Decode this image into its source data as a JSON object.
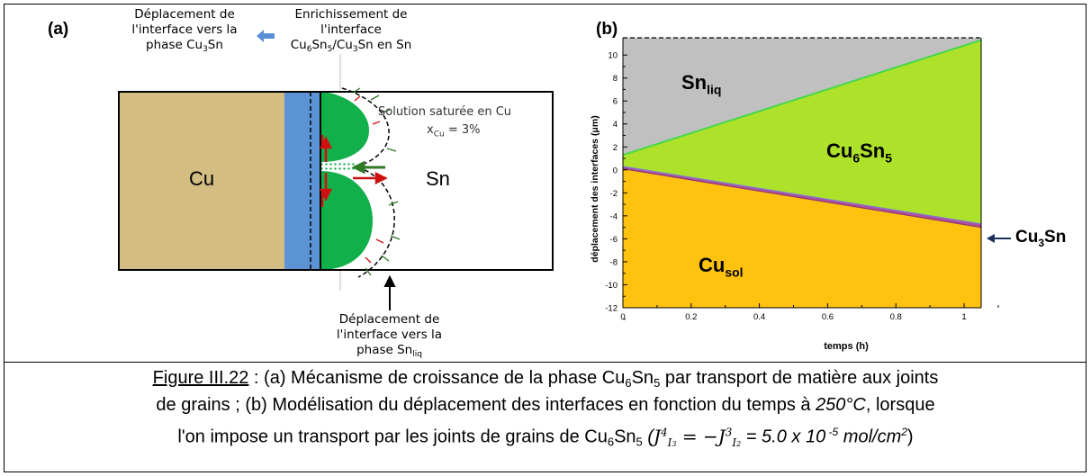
{
  "panel_a": {
    "label": "(a)",
    "top_left_annotation": [
      "Déplacement de",
      "l'interface vers la",
      "phase Cu",
      "3",
      "Sn"
    ],
    "top_middle_annotation": [
      "Enrichissement de",
      "l'interface",
      "Cu",
      "6",
      "Sn",
      "5",
      "/Cu",
      "3",
      "Sn en Sn"
    ],
    "solution_label": "Solution saturée en Cu",
    "xcu_label": "x",
    "xcu_sub": "Cu",
    "xcu_value": " = 3%",
    "cu_label": "Cu",
    "sn_label": "Sn",
    "bottom_annotation": [
      "Déplacement de",
      "l'interface vers la",
      "phase Sn",
      "liq"
    ]
  },
  "panel_b": {
    "label": "(b)",
    "region_snliq": "Sn",
    "region_snliq_sub": "liq",
    "region_cu6sn5_a": "Cu",
    "region_cu6sn5_b": "6",
    "region_cu6sn5_c": "Sn",
    "region_cu6sn5_d": "5",
    "region_cusol": "Cu",
    "region_cusol_sub": "sol",
    "arrow_label_a": "Cu",
    "arrow_label_b": "3",
    "arrow_label_c": "Sn"
  },
  "chart_data": {
    "type": "area",
    "xlabel": "temps (h)",
    "ylabel": "déplacement des interfaces (μm)",
    "xlim": [
      0,
      1.05
    ],
    "ylim": [
      -12,
      11.5
    ],
    "xticks": [
      0,
      0.2,
      0.4,
      0.6,
      0.8,
      1
    ],
    "yticks": [
      -12,
      -10,
      -8,
      -6,
      -4,
      -2,
      0,
      2,
      4,
      6,
      8,
      10
    ],
    "series": [
      {
        "name": "Cu6Sn5/Sn",
        "x": [
          0,
          1.05
        ],
        "y": [
          1.3,
          11.3
        ]
      },
      {
        "name": "Cu3Sn/Cu6Sn5",
        "x": [
          0,
          1.05
        ],
        "y": [
          0.3,
          -4.7
        ]
      },
      {
        "name": "Cu/Cu3Sn",
        "x": [
          0,
          1.05
        ],
        "y": [
          0.1,
          -5.0
        ]
      }
    ],
    "colors": {
      "snliq": "#c0c0c0",
      "cu6sn5": "#aee22a",
      "cu3sn": "#b44ca0",
      "cusol": "#ffc30f",
      "top_line": "#44d84a",
      "mid_line": "#7a7fd6"
    }
  },
  "caption": {
    "fig": "Figure III.22",
    "p1": " : (a) Mécanisme de croissance de la phase Cu",
    "p1s": "6",
    "p2": "Sn",
    "p2s": "5",
    "p3": " par transport de matière aux joints",
    "line2a": "de grains ; (b) Modélisation du déplacement des interfaces en fonction du temps à ",
    "line2temp": "250°C",
    "line2b": ", lorsque",
    "line3a": "l'on impose un transport par les joints de grains de Cu",
    "line3s1": "6",
    "line3b": "Sn",
    "line3s2": "5",
    "line3c": " (",
    "eq_j": "J",
    "eq_sup1": "4",
    "eq_sub1": "I",
    "eq_subsub1": "3",
    "eq_mid": " = −",
    "eq_sup2": "3",
    "eq_sub2": "I",
    "eq_subsub2": "2",
    "eq_val": " = 5.0 x 10",
    "eq_exp": " -5",
    "eq_unit": " mol/cm",
    "eq_unit_exp": "2",
    "close": ")"
  }
}
